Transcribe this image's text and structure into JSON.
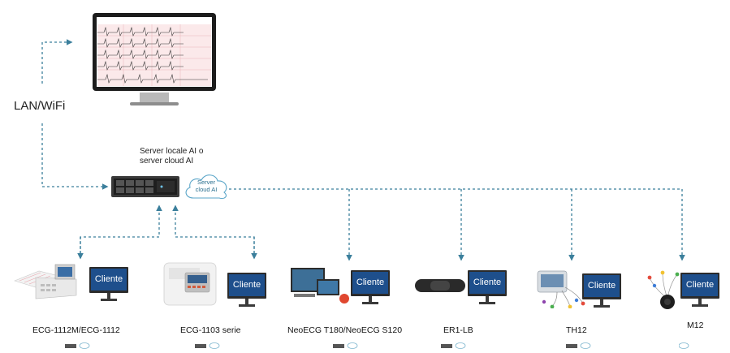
{
  "network": {
    "lan_label": "LAN/WiFi"
  },
  "server": {
    "label_line1": "Server locale AI o",
    "label_line2": "server cloud AI"
  },
  "cloud": {
    "line1": "Server",
    "line2": "cloud AI"
  },
  "client_label": "Cliente",
  "devices": [
    {
      "name": "ECG-1112M/ECG-1112"
    },
    {
      "name": "ECG-1103 serie"
    },
    {
      "name": "NeoECG T180/NeoECG S120"
    },
    {
      "name": "ER1-LB"
    },
    {
      "name": "TH12"
    },
    {
      "name": "M12"
    }
  ],
  "colors": {
    "connector": "#3b7f9c",
    "screen": "#1e4f8c",
    "dark": "#2b2b2b"
  }
}
